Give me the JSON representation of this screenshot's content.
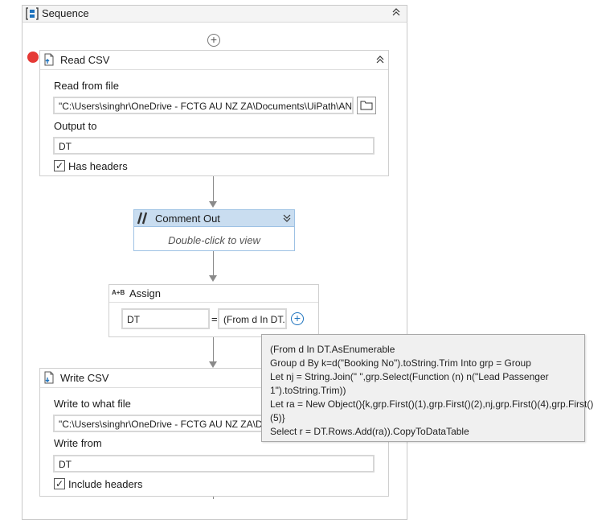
{
  "sequence": {
    "title": "Sequence",
    "collapse_icon": "double-chevron-up-icon"
  },
  "read_csv": {
    "title": "Read CSV",
    "read_from_label": "Read from file",
    "read_from_value": "\"C:\\Users\\singhr\\OneDrive - FCTG AU NZ ZA\\Documents\\UiPath\\ANF",
    "output_label": "Output to",
    "output_value": "DT",
    "has_headers_label": "Has headers",
    "has_headers_checked": true,
    "breakpoint_color": "#e53935"
  },
  "comment_out": {
    "title": "Comment Out",
    "hint": "Double-click to view",
    "header_color": "#c9ddf0"
  },
  "assign": {
    "title": "Assign",
    "icon_text": "A+B",
    "left_value": "DT",
    "equals": "=",
    "right_value": "(From d In DT."
  },
  "write_csv": {
    "title": "Write CSV",
    "write_to_label": "Write to what file",
    "write_to_value": "\"C:\\Users\\singhr\\OneDrive - FCTG AU NZ ZA\\Documents\\UiPath\\ANF",
    "write_from_label": "Write from",
    "write_from_value": "DT",
    "include_headers_label": "Include headers",
    "include_headers_checked": true
  },
  "tooltip": {
    "lines": [
      "(From d In DT.AsEnumerable",
      "Group d By k=d(\"Booking No\").toString.Trim Into grp = Group",
      "Let nj = String.Join(\" \",grp.Select(Function (n) n(\"Lead Passenger",
      "1\").toString.Trim))",
      "Let ra = New Object(){k,grp.First()(1),grp.First()(2),nj,grp.First()(4),grp.First()",
      "(5)}",
      "Select r = DT.Rows.Add(ra)).CopyToDataTable"
    ]
  }
}
